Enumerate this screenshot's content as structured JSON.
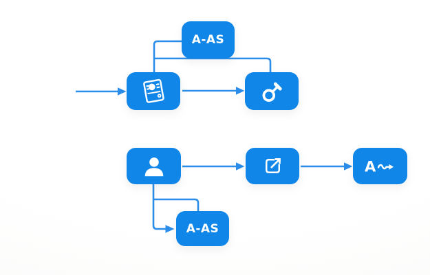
{
  "colors": {
    "canvas_bg": "#fdfdfc",
    "node_fill": "#1086e8",
    "connector": "#2a8de9",
    "icon_color": "#ffffff",
    "label_text": "#ffffff"
  },
  "top_flow": {
    "aas_node": {
      "label": "A-AS"
    },
    "image_node": {
      "icon": "photo-card-icon"
    },
    "key_node": {
      "icon": "key-icon"
    }
  },
  "bottom_flow": {
    "person_node": {
      "icon": "person-icon"
    },
    "share_node": {
      "icon": "external-link-icon"
    },
    "a_arrow_node": {
      "icon": "a-squiggle-arrow-icon",
      "glyph": "A"
    },
    "aas_node": {
      "label": "A-AS"
    }
  }
}
